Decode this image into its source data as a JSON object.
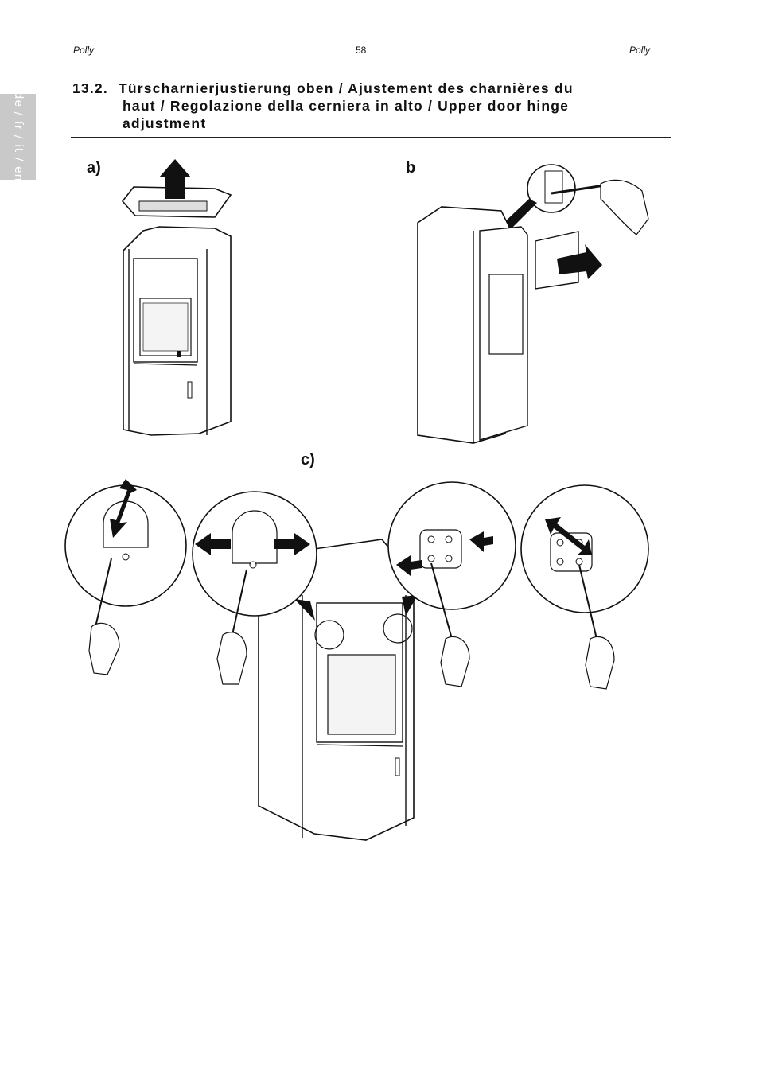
{
  "header": {
    "left": "Polly",
    "page_number": "58",
    "right": "Polly"
  },
  "side_tab": {
    "languages": "de / fr / it / en"
  },
  "section": {
    "number": "13.2.",
    "title_line1": "Türscharnierjustierung oben / Ajustement des charnières du",
    "title_line2": "haut / Regolazione della cerniera in alto / Upper door hinge",
    "title_line3": "adjustment"
  },
  "figures": {
    "a_label": "a)",
    "b_label": "b",
    "c_label": "c)"
  }
}
